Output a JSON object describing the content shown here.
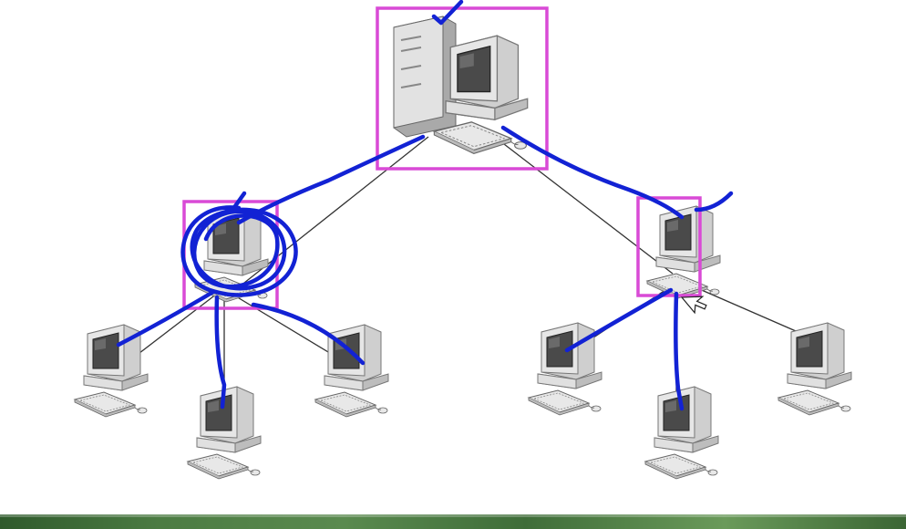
{
  "diagram": {
    "topology": "tree",
    "nodes": [
      {
        "id": "server",
        "kind": "server-workstation",
        "tier": "root",
        "highlighted": true,
        "annotation": "checkmark"
      },
      {
        "id": "hub-left",
        "kind": "workstation",
        "tier": "hub",
        "highlighted": true,
        "annotation": "circled"
      },
      {
        "id": "hub-right",
        "kind": "workstation",
        "tier": "hub",
        "highlighted": true,
        "annotation": "checkmark"
      },
      {
        "id": "leaf-left-1",
        "kind": "workstation",
        "tier": "leaf",
        "highlighted": false
      },
      {
        "id": "leaf-left-2",
        "kind": "workstation",
        "tier": "leaf",
        "highlighted": false
      },
      {
        "id": "leaf-left-3",
        "kind": "workstation",
        "tier": "leaf",
        "highlighted": false
      },
      {
        "id": "leaf-right-1",
        "kind": "workstation",
        "tier": "leaf",
        "highlighted": false
      },
      {
        "id": "leaf-right-2",
        "kind": "workstation",
        "tier": "leaf",
        "highlighted": false
      },
      {
        "id": "leaf-right-3",
        "kind": "workstation",
        "tier": "leaf",
        "highlighted": false
      }
    ],
    "links": [
      {
        "from": "server",
        "to": "hub-left",
        "traced": true
      },
      {
        "from": "server",
        "to": "hub-right",
        "traced": true
      },
      {
        "from": "hub-left",
        "to": "leaf-left-1",
        "traced": true
      },
      {
        "from": "hub-left",
        "to": "leaf-left-2",
        "traced": true
      },
      {
        "from": "hub-left",
        "to": "leaf-left-3",
        "traced": true
      },
      {
        "from": "hub-right",
        "to": "leaf-right-1",
        "traced": true
      },
      {
        "from": "hub-right",
        "to": "leaf-right-2",
        "traced": true
      },
      {
        "from": "hub-right",
        "to": "leaf-right-3",
        "traced": false
      }
    ]
  },
  "colors": {
    "highlight_box": "#d94ad6",
    "ink": "#1222d4",
    "cable": "#333333",
    "monitor_body": "#d9d9d9",
    "monitor_shadow": "#9a9a9a",
    "screen": "#4a4a4a",
    "footer": "#4c7c43"
  },
  "icons": {
    "server": "server-tower-icon",
    "workstation": "computer-workstation-icon",
    "cursor": "mouse-pointer-icon"
  }
}
